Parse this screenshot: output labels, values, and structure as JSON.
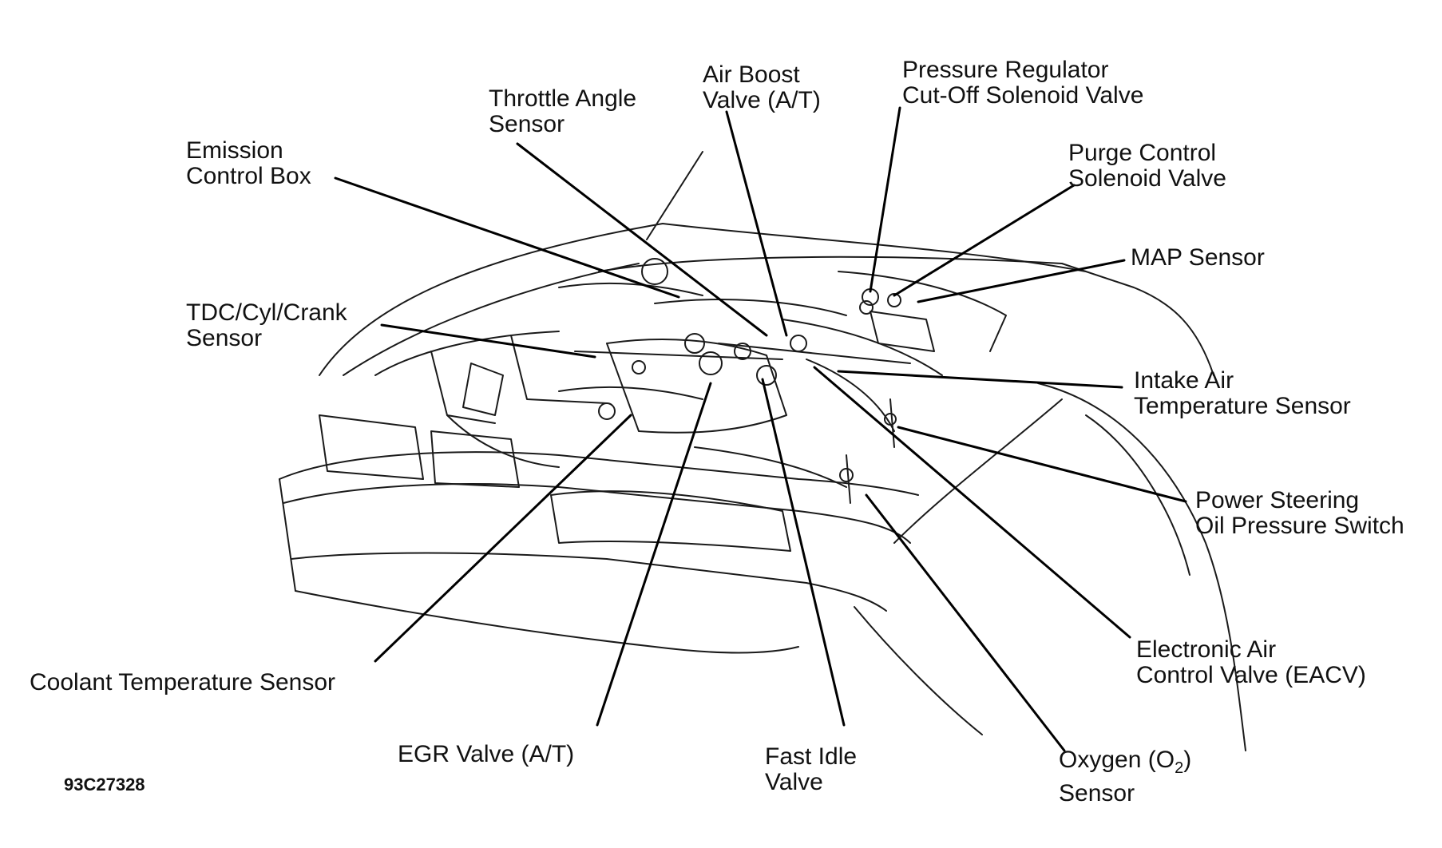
{
  "labels": {
    "throttle_angle_sensor": "Throttle Angle\nSensor",
    "air_boost_valve": "Air Boost\nValve (A/T)",
    "pressure_regulator": "Pressure Regulator\nCut-Off Solenoid Valve",
    "purge_control": "Purge Control\nSolenoid Valve",
    "emission_control_box": "Emission\nControl Box",
    "map_sensor": "MAP Sensor",
    "tdc_sensor": "TDC/Cyl/Crank\nSensor",
    "intake_air_temp": "Intake Air\nTemperature Sensor",
    "power_steering": "Power Steering\nOil Pressure Switch",
    "eacv": "Electronic Air\nControl Valve (EACV)",
    "coolant_temp": "Coolant Temperature Sensor",
    "egr_valve": "EGR Valve (A/T)",
    "fast_idle": "Fast Idle\nValve",
    "oxygen_line1_pre": "Oxygen (O",
    "oxygen_sub": "2",
    "oxygen_line1_post": ")",
    "oxygen_line2": "Sensor"
  },
  "figure_id": "93C27328"
}
